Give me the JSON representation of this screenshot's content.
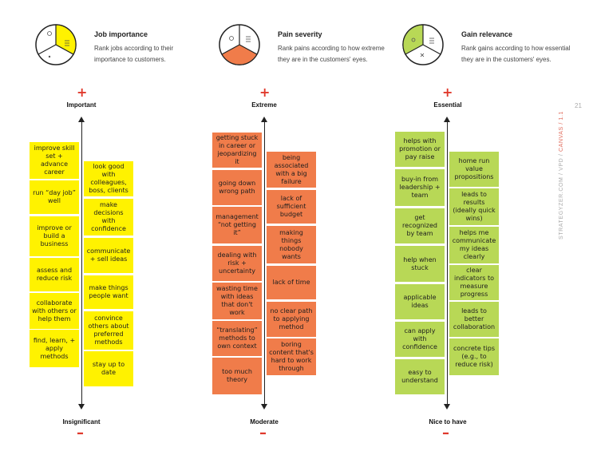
{
  "headers": [
    {
      "title": "Job importance",
      "desc": "Rank jobs according to their importance to customers.",
      "icon": "job-importance-icon"
    },
    {
      "title": "Pain severity",
      "desc": "Rank pains according to how extreme they are in the customers' eyes.",
      "icon": "pain-severity-icon"
    },
    {
      "title": "Gain relevance",
      "desc": "Rank gains according to how essential they are in the customers' eyes.",
      "icon": "gain-relevance-icon"
    }
  ],
  "columns": [
    {
      "top_label": "Important",
      "bottom_label": "Insignificant",
      "color": "#fff200",
      "notes_left": [
        "improve skill set + advance career",
        "run “day job” well",
        "improve or build a business",
        "assess and reduce risk",
        "collaborate with others or help them",
        "find, learn, + apply methods"
      ],
      "notes_right": [
        "look good with colleagues, boss, clients",
        "make decisions with confidence",
        "communicate + sell ideas",
        "make things people want",
        "convince others about preferred methods",
        "stay up to date"
      ]
    },
    {
      "top_label": "Extreme",
      "bottom_label": "Moderate",
      "color": "#f07c4a",
      "notes_left": [
        "getting stuck in career or jeopardizing it",
        "going down wrong path",
        "management “not getting it”",
        "dealing with risk + uncertainty",
        "wasting time with ideas that don't work",
        "“translating” methods to own context",
        "too much theory"
      ],
      "notes_right": [
        "being associated with a big failure",
        "lack of sufficient budget",
        "making things nobody wants",
        "lack of time",
        "no clear path to applying method",
        "boring content that's hard to work through"
      ]
    },
    {
      "top_label": "Essential",
      "bottom_label": "Nice to have",
      "color": "#b8d856",
      "notes_left": [
        "helps with promotion or pay raise",
        "buy-in from leadership + team",
        "get recognized by team",
        "help when stuck",
        "applicable ideas",
        "can apply with confidence",
        "easy to understand"
      ],
      "notes_right": [
        "home run value propositions",
        "leads to results (ideally quick wins)",
        "helps me communicate my ideas clearly",
        "clear indicators to measure progress",
        "leads to better collaboration",
        "concrete tips (e.g., to reduce risk)"
      ]
    }
  ],
  "plus_symbol": "+",
  "minus_symbol": "–",
  "sidebar": {
    "prefix": "STRATEGYZER.COM / VPD / ",
    "highlight": "CANVAS / 1.1"
  },
  "page_number": "21"
}
